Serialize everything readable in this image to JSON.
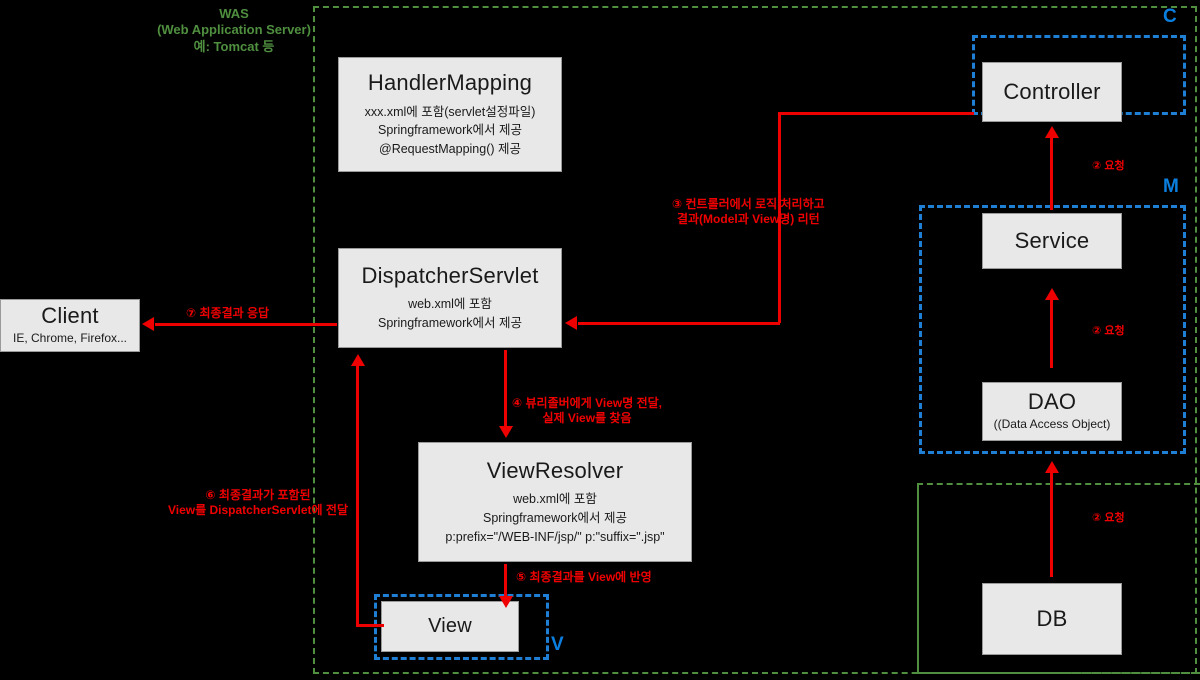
{
  "diagram": {
    "title": "Spring MVC Request Flow",
    "background": "#000000",
    "colors": {
      "box_fill": "#e8e8e8",
      "arrow": "#ee0000",
      "mvc_region": "#1f7fd4",
      "was_region": "#4f8f3f"
    }
  },
  "was": {
    "line1": "WAS",
    "line2": "(Web Application Server)",
    "line3": "예: Tomcat 등"
  },
  "nodes": {
    "client": {
      "title": "Client",
      "subtitle": "IE, Chrome, Firefox..."
    },
    "handler_mapping": {
      "title": "HandlerMapping",
      "sub1": "xxx.xml에 포함(servlet설정파일)",
      "sub2": "Springframework에서 제공",
      "sub3": "@RequestMapping() 제공"
    },
    "dispatcher_servlet": {
      "title": "DispatcherServlet",
      "sub1": "web.xml에 포함",
      "sub2": "Springframework에서 제공"
    },
    "view_resolver": {
      "title": "ViewResolver",
      "sub1": "web.xml에 포함",
      "sub2": "Springframework에서 제공",
      "sub3": "p:prefix=\"/WEB-INF/jsp/\"  p:\"suffix=\".jsp\""
    },
    "view": {
      "title": "View"
    },
    "controller": {
      "title": "Controller"
    },
    "service": {
      "title": "Service"
    },
    "dao": {
      "title": "DAO",
      "subtitle": "((Data Access Object)"
    },
    "db": {
      "title": "DB"
    }
  },
  "regions": {
    "controller_label": "C",
    "model_label": "M",
    "view_label": "V"
  },
  "arrows": {
    "a1": {
      "line1": "③ 컨트롤러에서 로직 처리하고",
      "line2": "결과(Model과 View명) 리턴"
    },
    "a2": {
      "line1": "④ 뷰리졸버에게 View명 전달,",
      "line2": "실제 View를 찾음"
    },
    "a3": {
      "line1": "⑤ 최종결과를 View에 반영"
    },
    "a4": {
      "line1": "⑥ 최종결과가 포함된",
      "line2": "View를 DispatcherServlet에 전달"
    },
    "a5": {
      "line1": "⑦ 최종결과 응답"
    },
    "ctrl_service": "② 요청",
    "service_dao": "② 요청",
    "dao_db": "② 요청"
  }
}
